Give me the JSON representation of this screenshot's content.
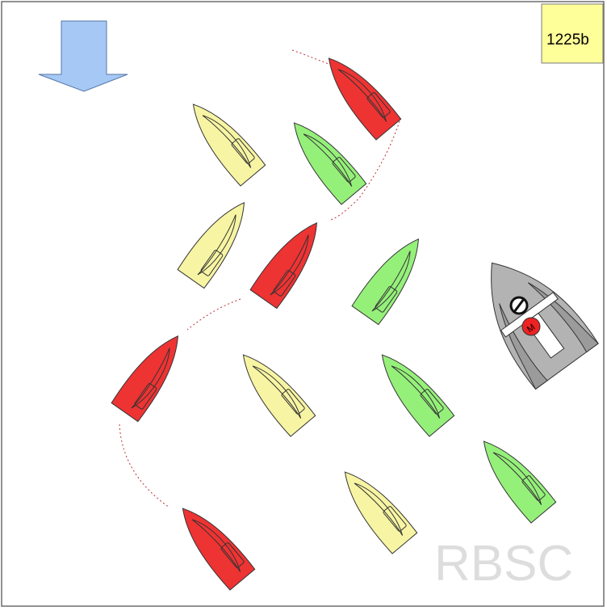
{
  "diagram_label": "1225b",
  "watermark": "RBSC",
  "mark_letter": "M",
  "colors": {
    "red": "#ee3333",
    "yellow": "#f7f5a3",
    "green": "#95f07a",
    "wind": "#a6c8f4",
    "committee": "#b3b3b3",
    "track": "#c0303a"
  },
  "icons": {
    "wind": "wind-arrow-icon",
    "committee_boat": "committee-boat-icon",
    "flag": "no-entry-flag-icon",
    "mark": "mark-buoy-icon"
  }
}
